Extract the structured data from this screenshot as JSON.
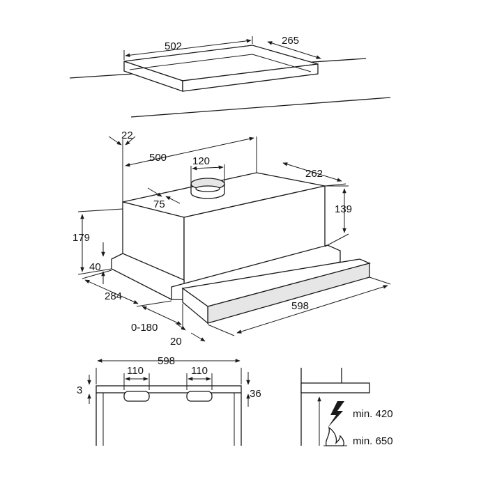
{
  "colors": {
    "line": "#1a1a1a",
    "background": "#ffffff"
  },
  "dimensions": {
    "cutout_width": "502",
    "cutout_depth": "265",
    "depth_500": "500",
    "offset_22": "22",
    "outlet_120": "120",
    "depth_262": "262",
    "outlet_75": "75",
    "height_139": "139",
    "height_179": "179",
    "height_40": "40",
    "depth_284": "284",
    "extension": "0-180",
    "depth_20": "20",
    "width_598": "598",
    "bottom_width_598": "598",
    "hole_110_left": "110",
    "hole_110_right": "110",
    "gap_3": "3",
    "gap_36": "36"
  },
  "clearances": {
    "electric_label": "min. 420",
    "electric_icon": "lightning-icon",
    "gas_label": "min. 650",
    "gas_icon": "flame-icon"
  }
}
